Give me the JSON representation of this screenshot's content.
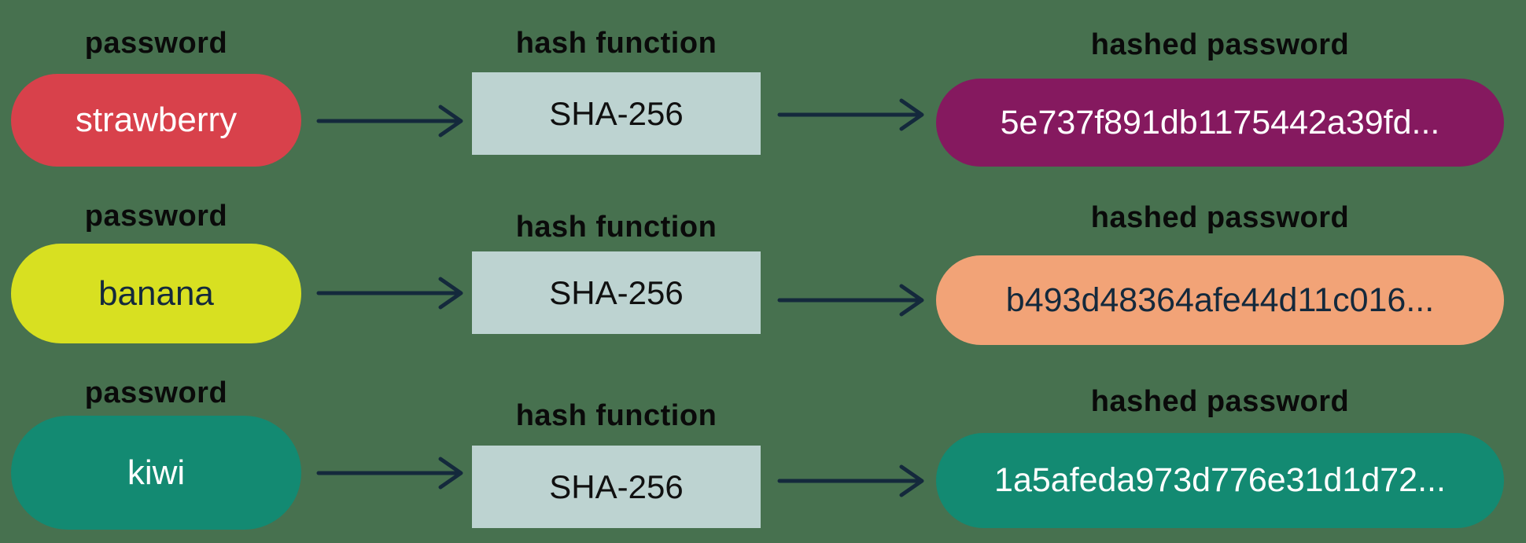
{
  "colors": {
    "background": "#47714F",
    "arrow": "#14293C",
    "label_text": "#0A0A0A"
  },
  "rows": [
    {
      "password_label": "password",
      "hash_function_label": "hash function",
      "hashed_password_label": "hashed password",
      "password_value": "strawberry",
      "hash_function_value": "SHA-256",
      "hashed_password_value": "5e737f891db1175442a39fd...",
      "password_pill": {
        "bg": "#D8414B",
        "fg": "#FFFFFF"
      },
      "hash_box": {
        "bg": "#BDD3D1",
        "fg": "#101010"
      },
      "hashed_pill": {
        "bg": "#85195F",
        "fg": "#FFFFFF"
      }
    },
    {
      "password_label": "password",
      "hash_function_label": "hash function",
      "hashed_password_label": "hashed password",
      "password_value": "banana",
      "hash_function_value": "SHA-256",
      "hashed_password_value": "b493d48364afe44d11c016...",
      "password_pill": {
        "bg": "#D8E021",
        "fg": "#14293C"
      },
      "hash_box": {
        "bg": "#BDD3D1",
        "fg": "#101010"
      },
      "hashed_pill": {
        "bg": "#F2A377",
        "fg": "#14293C"
      }
    },
    {
      "password_label": "password",
      "hash_function_label": "hash function",
      "hashed_password_label": "hashed password",
      "password_value": "kiwi",
      "hash_function_value": "SHA-256",
      "hashed_password_value": "1a5afeda973d776e31d1d72...",
      "password_pill": {
        "bg": "#138A72",
        "fg": "#FFFFFF"
      },
      "hash_box": {
        "bg": "#BDD3D1",
        "fg": "#101010"
      },
      "hashed_pill": {
        "bg": "#138A72",
        "fg": "#FFFFFF"
      }
    }
  ]
}
